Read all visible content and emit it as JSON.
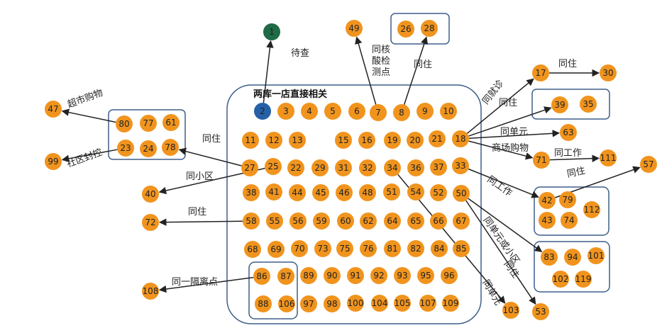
{
  "colors": {
    "orange": "#F0941E",
    "green": "#1E6B45",
    "blue": "#2660A8",
    "frame": "#3E5F8A",
    "arrow": "#222222"
  },
  "diagram": {
    "title": "两库一店直接相关",
    "nodes": [
      "1",
      "2",
      "3",
      "4",
      "5",
      "6",
      "7",
      "8",
      "9",
      "10",
      "11",
      "12",
      "13",
      "15",
      "16",
      "17",
      "18",
      "19",
      "20",
      "21",
      "22",
      "23",
      "24",
      "25",
      "26",
      "27",
      "28",
      "29",
      "30",
      "31",
      "32",
      "33",
      "34",
      "35",
      "36",
      "37",
      "38",
      "39",
      "40",
      "41",
      "42",
      "43",
      "44",
      "45",
      "46",
      "47",
      "48",
      "49",
      "50",
      "51",
      "52",
      "53",
      "54",
      "55",
      "56",
      "57",
      "58",
      "59",
      "60",
      "61",
      "62",
      "63",
      "64",
      "65",
      "66",
      "67",
      "68",
      "69",
      "70",
      "71",
      "72",
      "73",
      "74",
      "75",
      "76",
      "77",
      "78",
      "79",
      "80",
      "81",
      "82",
      "83",
      "84",
      "85",
      "86",
      "87",
      "88",
      "89",
      "90",
      "91",
      "92",
      "93",
      "94",
      "95",
      "96",
      "97",
      "98",
      "99",
      "100",
      "101",
      "102",
      "103",
      "104",
      "105",
      "106",
      "107",
      "108",
      "109",
      "111",
      "112",
      "119"
    ],
    "node_status": {
      "1": "green",
      "2": "blue"
    },
    "edge_labels": {
      "pending": "待查",
      "nucleic": "同核酸检测点",
      "cohabit_28": "同住",
      "same_clinic": "同就诊",
      "cohabit_39": "同住",
      "cohabit_17": "同住",
      "same_unit_63": "同单元",
      "mall": "商场购物",
      "work_71": "同工作",
      "work_33": "同工作",
      "cohabit_57": "同住",
      "unit_or_district": "同单元或小区",
      "cohabit_53": "同住",
      "same_unit_103": "同单元",
      "supermarket": "超市购物",
      "lockdown": "社区封控",
      "cohabit_27": "同住",
      "same_district": "同小区",
      "cohabit_58": "同住",
      "isolation": "同一隔离点"
    }
  }
}
